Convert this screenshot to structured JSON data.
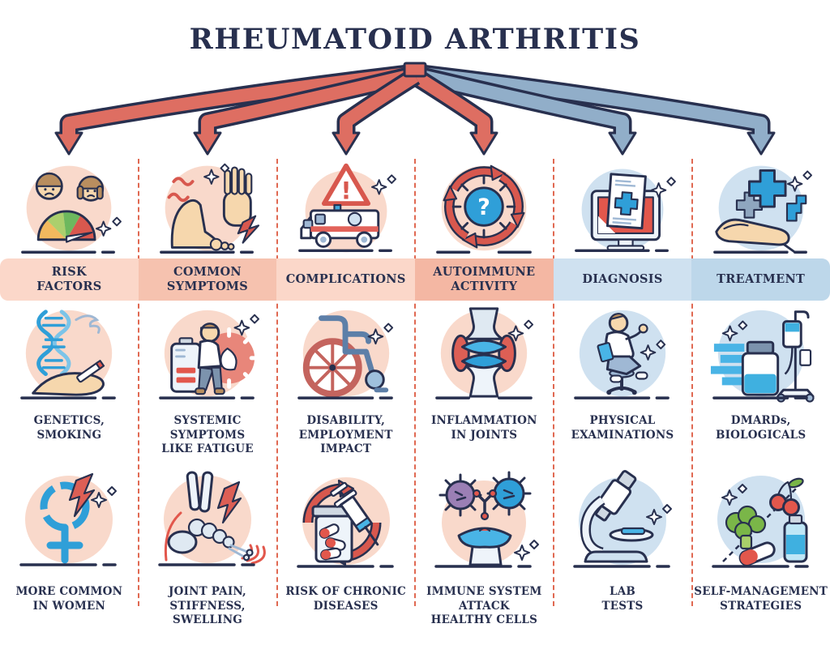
{
  "title": "RHEUMATOID ARTHRITIS",
  "glyphs": {
    "question": "?",
    "exclamation": "!"
  },
  "colors": {
    "navy": "#28304f",
    "arrow_red": "#de6e62",
    "arrow_blue": "#91aec9",
    "pink_icon_bg": "#f9d9cb",
    "blue_icon_bg": "#cfe1f0",
    "band_pink_light": "#fbd7c9",
    "band_pink_mid": "#f6c2af",
    "band_pink_dark": "#f4b7a3",
    "band_blue_light": "#cfe1f0",
    "band_blue_dark": "#bdd7ea",
    "divider_dash": "#e06952"
  },
  "columns": [
    {
      "label": "RISK\nFACTORS",
      "theme": "red",
      "top_icon": "risk-gauge-and-faces-icon",
      "cells": [
        {
          "icon": "dna-and-smoking-icon",
          "caption": "GENETICS,\nSMOKING"
        },
        {
          "icon": "female-symbol-lightning-icon",
          "caption": "MORE COMMON\nIN WOMEN"
        }
      ]
    },
    {
      "label": "COMMON\nSYMPTOMS",
      "theme": "red",
      "top_icon": "painful-foot-stop-hand-icon",
      "cells": [
        {
          "icon": "fatigue-low-battery-icon",
          "caption": "SYSTEMIC SYMPTOMS\nLIKE FATIGUE"
        },
        {
          "icon": "foot-skeleton-pain-icon",
          "caption": "JOINT PAIN,\nSTIFFNESS, SWELLING"
        }
      ]
    },
    {
      "label": "COMPLICATIONS",
      "theme": "red",
      "top_icon": "ambulance-warning-icon",
      "cells": [
        {
          "icon": "wheelchair-icon",
          "caption": "DISABILITY,\nEMPLOYMENT\nIMPACT"
        },
        {
          "icon": "pills-and-syringe-icon",
          "caption": "RISK OF CHRONIC\nDISEASES"
        }
      ]
    },
    {
      "label": "AUTOIMMUNE\nACTIVITY",
      "theme": "red",
      "top_icon": "autoimmune-cycle-icon",
      "cells": [
        {
          "icon": "inflamed-joint-icon",
          "caption": "INFLAMMATION\nIN JOINTS"
        },
        {
          "icon": "immune-attack-cells-icon",
          "caption": "IMMUNE SYSTEM\nATTACK\nHEALTHY CELLS"
        }
      ]
    },
    {
      "label": "DIAGNOSIS",
      "theme": "blue",
      "top_icon": "monitor-medical-report-icon",
      "cells": [
        {
          "icon": "doctor-examination-icon",
          "caption": "PHYSICAL\nEXAMINATIONS"
        },
        {
          "icon": "microscope-icon",
          "caption": "LAB\nTESTS"
        }
      ]
    },
    {
      "label": "TREATMENT",
      "theme": "blue",
      "top_icon": "hand-with-crosses-icon",
      "cells": [
        {
          "icon": "iv-drip-and-vial-icon",
          "caption": "DMARDs,\nBIOLOGICALS"
        },
        {
          "icon": "healthy-lifestyle-icon",
          "caption": "SELF-MANAGEMENT\nSTRATEGIES"
        }
      ]
    }
  ]
}
